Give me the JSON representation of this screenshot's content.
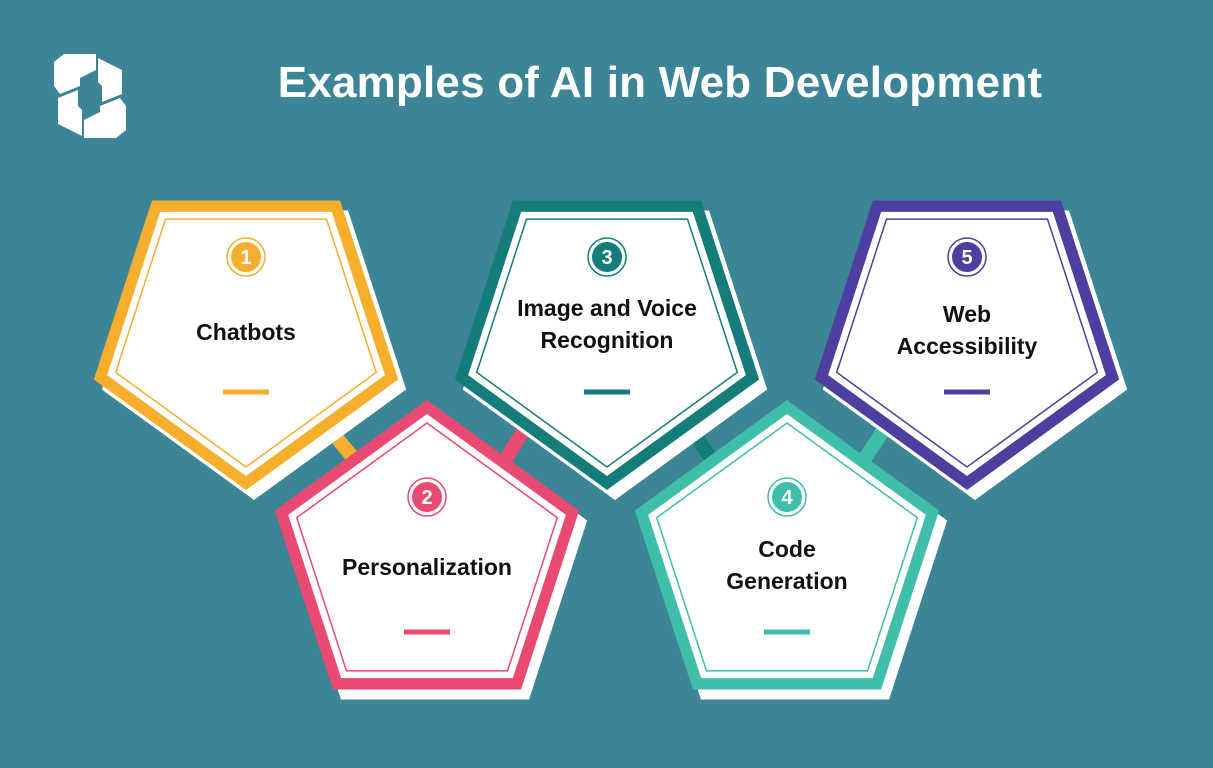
{
  "title": "Examples of AI in Web Development",
  "colors": {
    "background": "#3b8597",
    "card_face": "#ffffff",
    "shadow": "#ffffff",
    "text": "#111111"
  },
  "items": [
    {
      "number": "1",
      "lines": [
        "Chatbots"
      ],
      "color": "#f6ae2d"
    },
    {
      "number": "2",
      "lines": [
        "Personalization"
      ],
      "color": "#e94a71"
    },
    {
      "number": "3",
      "lines": [
        "Image and Voice",
        "Recognition"
      ],
      "color": "#147d7a"
    },
    {
      "number": "4",
      "lines": [
        "Code",
        "Generation"
      ],
      "color": "#3fbfa9"
    },
    {
      "number": "5",
      "lines": [
        "Web",
        "Accessibility"
      ],
      "color": "#4d3fa0"
    }
  ]
}
